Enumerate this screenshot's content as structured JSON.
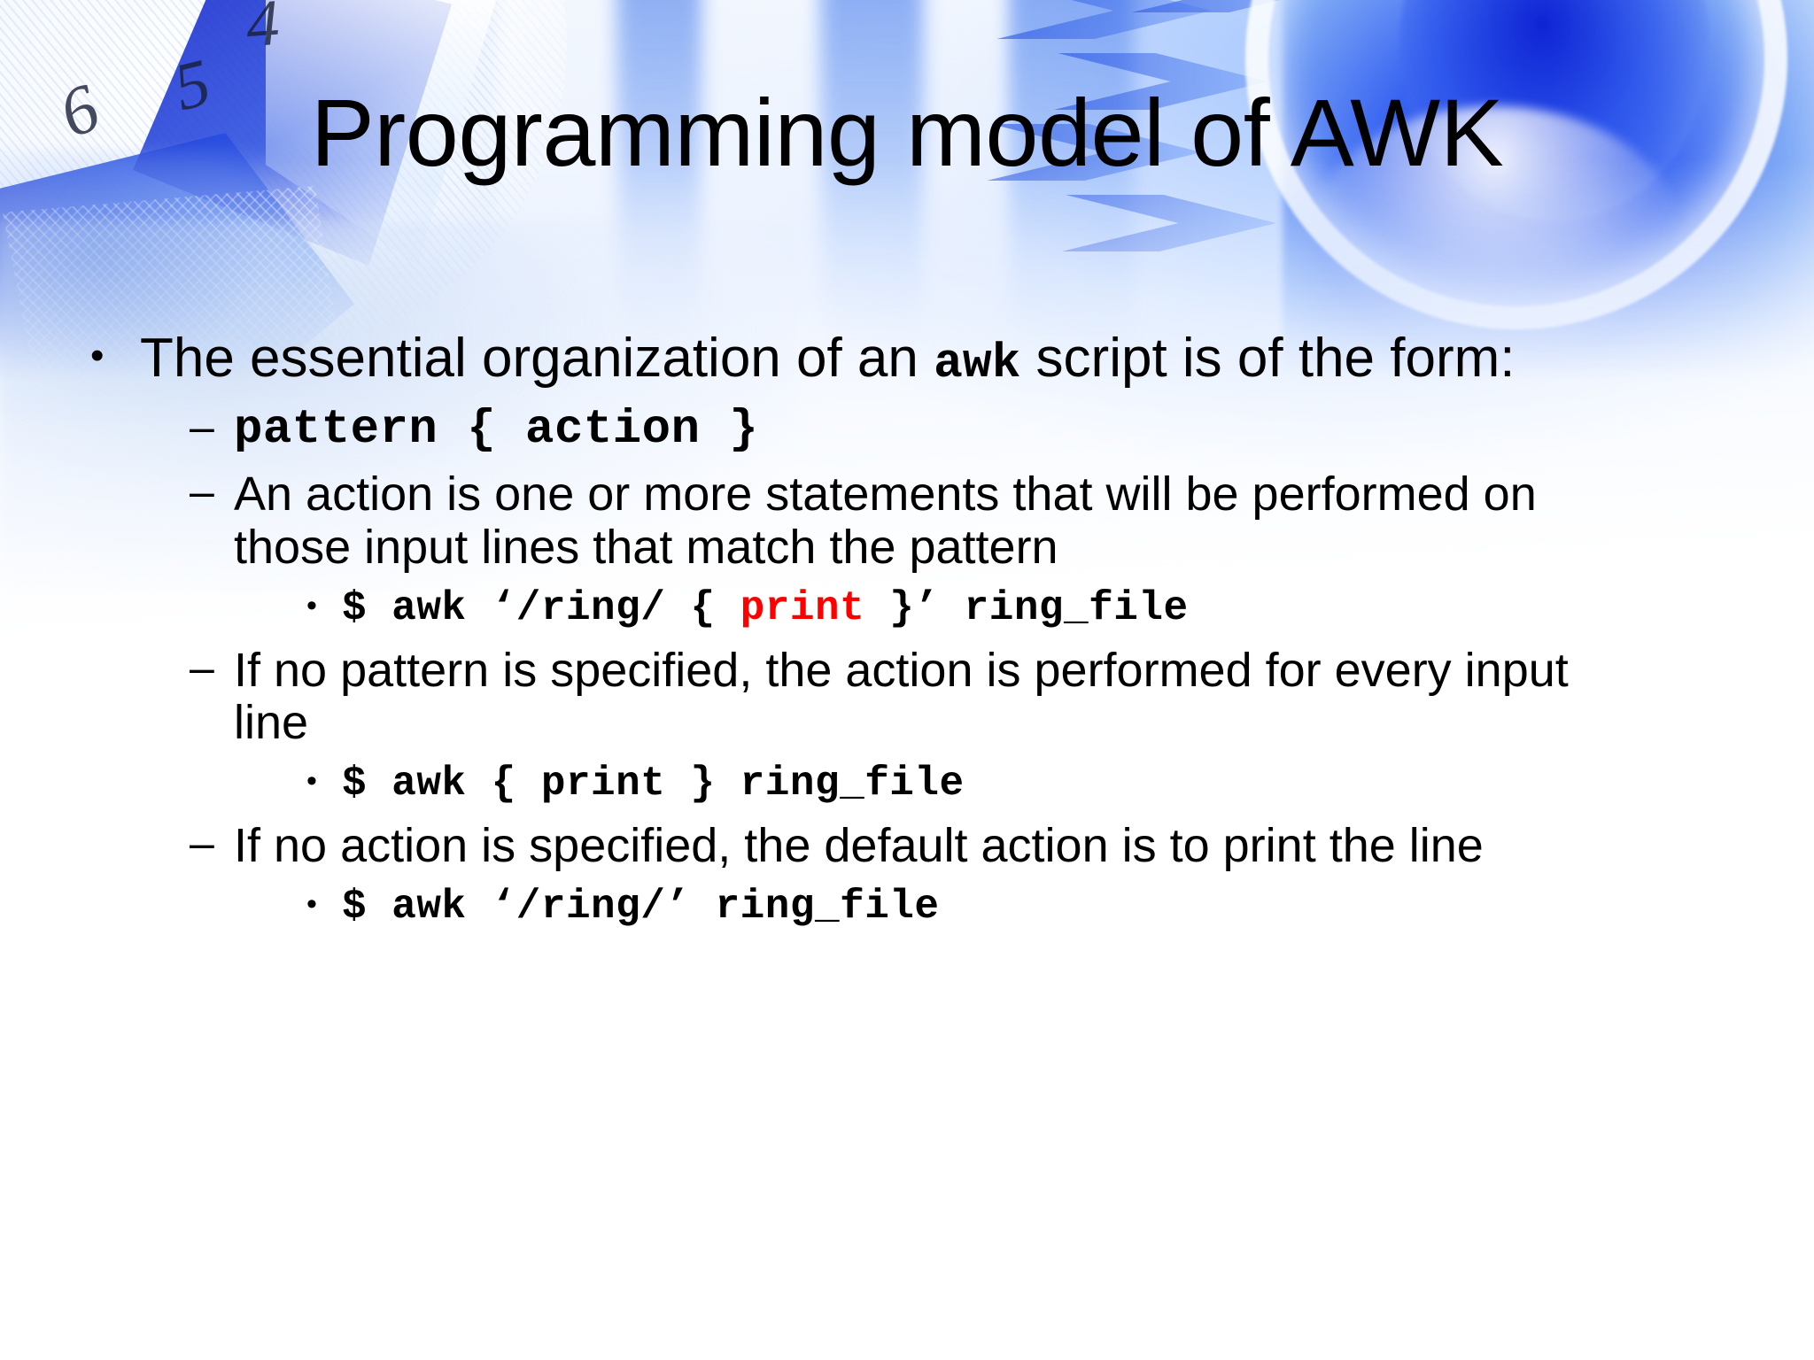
{
  "slide": {
    "title": "Programming model of AWK",
    "accent_red": "#ff0000",
    "text_color": "#000000",
    "background_theme": "blue-clock-abstract"
  },
  "bullets": {
    "level1": {
      "marker": "•",
      "text_before": "The essential organization of an ",
      "code_word": "awk",
      "text_after": " script is of the form:"
    },
    "items": [
      {
        "marker": "–",
        "kind": "code",
        "text": "pattern { action }"
      },
      {
        "marker": "–",
        "kind": "text",
        "text": "An action is one or more statements that will be performed on those input lines that match the pattern",
        "child": {
          "marker": "•",
          "kind": "code",
          "prefix": "$ awk ‘/ring/ { ",
          "keyword": "print",
          "suffix": " }’ ring_file"
        }
      },
      {
        "marker": "–",
        "kind": "text",
        "text": "If no pattern is specified, the action is performed for every input line",
        "child": {
          "marker": "•",
          "kind": "code",
          "prefix": "$ awk { print } ring_file",
          "keyword": "",
          "suffix": ""
        }
      },
      {
        "marker": "–",
        "kind": "text",
        "text": "If no action is specified, the default action is to print the line",
        "child": {
          "marker": "•",
          "kind": "code",
          "prefix": "$ awk ‘/ring/’ ring_file",
          "keyword": "",
          "suffix": ""
        }
      }
    ]
  }
}
